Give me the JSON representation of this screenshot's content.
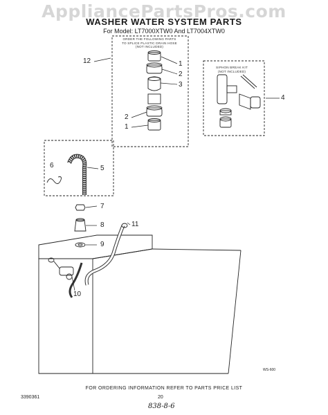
{
  "watermark": "AppliancePartsPros.com",
  "title": "WASHER WATER SYSTEM PARTS",
  "model_line": "For Model: LT7000XTW0 And LT7004XTW0",
  "kit_left": {
    "note_lines": [
      "ORDER THE FOLLOWING PARTS",
      "TO SPLICE PLASTIC DRAIN HOSE",
      "(NOT INCLUDED)"
    ]
  },
  "kit_right": {
    "note_lines": [
      "SIPHON BREAK KIT",
      "(NOT INCLUDED)"
    ]
  },
  "callouts": {
    "c1a": "1",
    "c2a": "2",
    "c3": "3",
    "c2b": "2",
    "c1b": "1",
    "c12": "12",
    "c4": "4",
    "c6": "6",
    "c5": "5",
    "c7": "7",
    "c8": "8",
    "c9": "9",
    "c11": "11",
    "c10": "10"
  },
  "figure_code": "WS-600",
  "footer": "FOR ORDERING INFORMATION REFER TO PARTS PRICE LIST",
  "part_number": "3390361",
  "page_number": "20",
  "handwritten": "838-8-6"
}
